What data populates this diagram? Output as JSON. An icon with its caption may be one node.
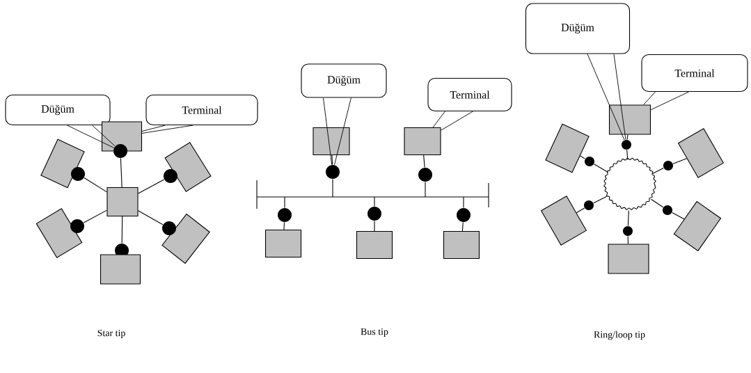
{
  "diagram": {
    "nodes": [
      {
        "text": [
          "Düğüm"
        ]
      },
      {
        "text": [
          "Terminal"
        ]
      },
      {
        "text": [],
        "shape": "box"
      },
      {
        "text": [],
        "shape": "circle"
      },
      {
        "text": [],
        "shape": "box"
      },
      {
        "text": [],
        "shape": "circle"
      },
      {
        "text": [],
        "shape": "box"
      },
      {
        "text": [],
        "shape": "circle"
      },
      {
        "text": [],
        "shape": "box"
      },
      {
        "text": [],
        "shape": "box"
      },
      {
        "text": [],
        "shape": "circle"
      },
      {
        "text": [],
        "shape": "box"
      },
      {
        "text": [],
        "shape": "circle"
      },
      {
        "text": [],
        "shape": "circle"
      },
      {
        "text": [],
        "shape": "box"
      },
      {
        "text": [
          "Düğüm"
        ]
      },
      {
        "text": [
          "Terminal"
        ]
      },
      {
        "text": [],
        "shape": "box"
      },
      {
        "text": [],
        "shape": "box"
      },
      {
        "text": [],
        "shape": "circle"
      },
      {
        "text": [],
        "shape": "circle"
      },
      {
        "text": [],
        "shape": "bar"
      },
      {
        "text": [],
        "shape": "circle"
      },
      {
        "text": [],
        "shape": "circle"
      },
      {
        "text": [],
        "shape": "circle"
      },
      {
        "text": [],
        "shape": "box"
      },
      {
        "text": [],
        "shape": "box"
      },
      {
        "text": [],
        "shape": "box"
      },
      {
        "text": [
          "Düğüm"
        ]
      },
      {
        "text": [
          "Terminal"
        ]
      },
      {
        "text": [],
        "shape": "box"
      },
      {
        "text": [],
        "shape": "circle"
      },
      {
        "text": [],
        "shape": "box"
      },
      {
        "text": [],
        "shape": "circle"
      },
      {
        "text": [],
        "shape": "box"
      },
      {
        "text": [],
        "shape": "circle"
      },
      {
        "text": [],
        "shape": "ring"
      },
      {
        "text": [],
        "shape": "box"
      },
      {
        "text": [],
        "shape": "circle"
      },
      {
        "text": [],
        "shape": "box"
      },
      {
        "text": [],
        "shape": "circle"
      },
      {
        "text": [],
        "shape": "circle"
      },
      {
        "text": [],
        "shape": "box"
      }
    ],
    "edges": [
      {
        "from": 0,
        "to": 3,
        "arrow": "none"
      },
      {
        "from": 1,
        "to": 2,
        "arrow": "none"
      },
      {
        "from": 8,
        "to": 3,
        "arrow": "none"
      },
      {
        "from": 8,
        "to": 5,
        "arrow": "none"
      },
      {
        "from": 8,
        "to": 7,
        "arrow": "none"
      },
      {
        "from": 8,
        "to": 10,
        "arrow": "none"
      },
      {
        "from": 8,
        "to": 12,
        "arrow": "none"
      },
      {
        "from": 8,
        "to": 13,
        "arrow": "none"
      },
      {
        "from": 15,
        "to": 19,
        "arrow": "none"
      },
      {
        "from": 16,
        "to": 18,
        "arrow": "none"
      },
      {
        "from": 17,
        "to": 19,
        "arrow": "none"
      },
      {
        "from": 18,
        "to": 20,
        "arrow": "none"
      },
      {
        "from": 19,
        "to": 21,
        "arrow": "none"
      },
      {
        "from": 20,
        "to": 21,
        "arrow": "none"
      },
      {
        "from": 21,
        "to": 22,
        "arrow": "none"
      },
      {
        "from": 21,
        "to": 23,
        "arrow": "none"
      },
      {
        "from": 21,
        "to": 24,
        "arrow": "none"
      },
      {
        "from": 22,
        "to": 25,
        "arrow": "none"
      },
      {
        "from": 23,
        "to": 26,
        "arrow": "none"
      },
      {
        "from": 24,
        "to": 27,
        "arrow": "none"
      },
      {
        "from": 28,
        "to": 31,
        "arrow": "none"
      },
      {
        "from": 29,
        "to": 30,
        "arrow": "none"
      },
      {
        "from": 36,
        "to": 31,
        "arrow": "none"
      },
      {
        "from": 36,
        "to": 33,
        "arrow": "none"
      },
      {
        "from": 36,
        "to": 35,
        "arrow": "none"
      },
      {
        "from": 36,
        "to": 38,
        "arrow": "none"
      },
      {
        "from": 36,
        "to": 40,
        "arrow": "none"
      },
      {
        "from": 36,
        "to": 41,
        "arrow": "none"
      },
      {
        "from": 31,
        "to": 30,
        "arrow": "none"
      },
      {
        "from": 33,
        "to": 32,
        "arrow": "none"
      },
      {
        "from": 35,
        "to": 34,
        "arrow": "none"
      },
      {
        "from": 38,
        "to": 37,
        "arrow": "none"
      },
      {
        "from": 40,
        "to": 39,
        "arrow": "none"
      },
      {
        "from": 41,
        "to": 42,
        "arrow": "none"
      }
    ],
    "labels": [
      "Star tip",
      "Bus tip",
      "Ring/loop tip"
    ]
  }
}
